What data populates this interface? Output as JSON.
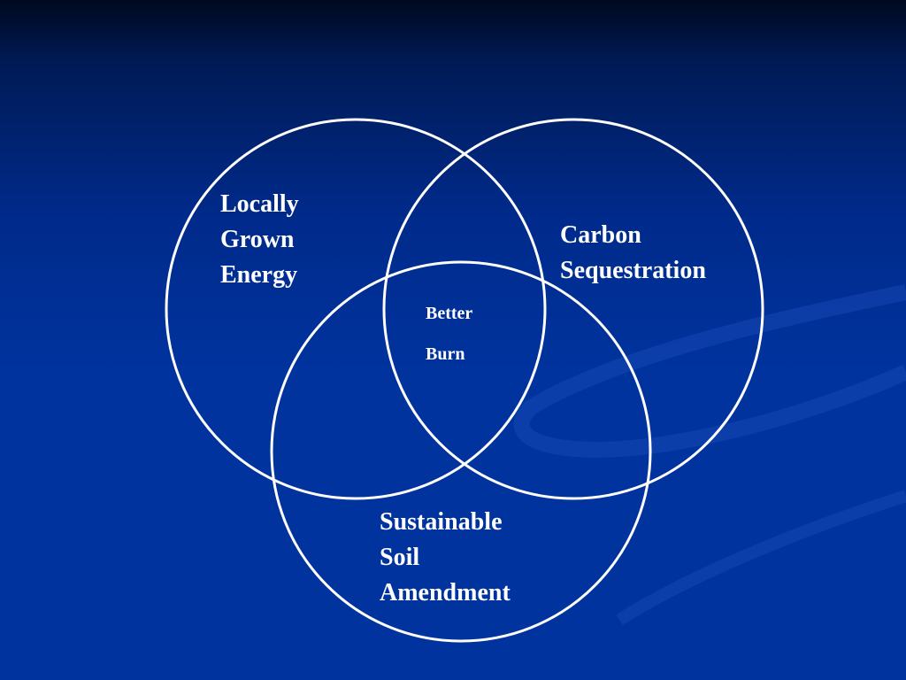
{
  "diagram": {
    "type": "venn",
    "sets": [
      {
        "id": "top-left",
        "label_lines": [
          "Locally",
          "Grown",
          "Energy"
        ]
      },
      {
        "id": "top-right",
        "label_lines": [
          "Carbon",
          "Sequestration"
        ]
      },
      {
        "id": "bottom",
        "label_lines": [
          "Sustainable",
          "Soil",
          "Amendment"
        ]
      }
    ],
    "intersection": {
      "label_lines": [
        "Better",
        "Burn"
      ]
    }
  },
  "colors": {
    "background": "#00339e",
    "circle_stroke": "#ffffff",
    "text": "#ffffff"
  }
}
